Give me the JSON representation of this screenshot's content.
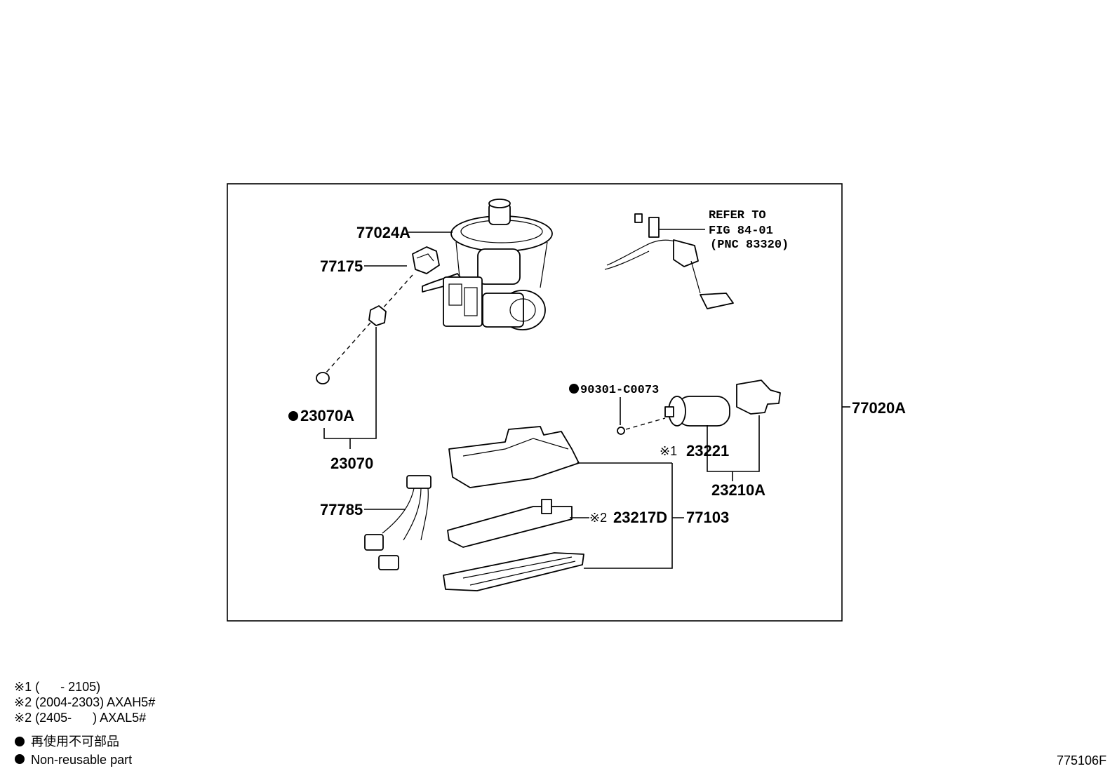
{
  "parts": {
    "p77024A": "77024A",
    "p77175": "77175",
    "p23070A": "23070A",
    "p23070": "23070",
    "p77785": "77785",
    "p90301": "90301-C0073",
    "p23221": "23221",
    "p23210A": "23210A",
    "p23217D": "23217D",
    "p77103": "77103",
    "p77020A": "77020A"
  },
  "marks": {
    "note1": "※1",
    "note2": "※2"
  },
  "refer": {
    "line1": "REFER TO",
    "line2": "FIG 84-01",
    "line3": "(PNC 83320)"
  },
  "footnotes": {
    "n1": "※1 (      - 2105)",
    "n2": "※2 (2004-2303) AXAH5#",
    "n3": "※2 (2405-      ) AXAL5#",
    "legend_jp": "再使用不可部品",
    "legend_en": "Non-reusable part"
  },
  "figure_id": "775106F",
  "colors": {
    "line": "#000000",
    "background": "#ffffff"
  },
  "icons": {
    "non_reusable": "filled-circle"
  }
}
